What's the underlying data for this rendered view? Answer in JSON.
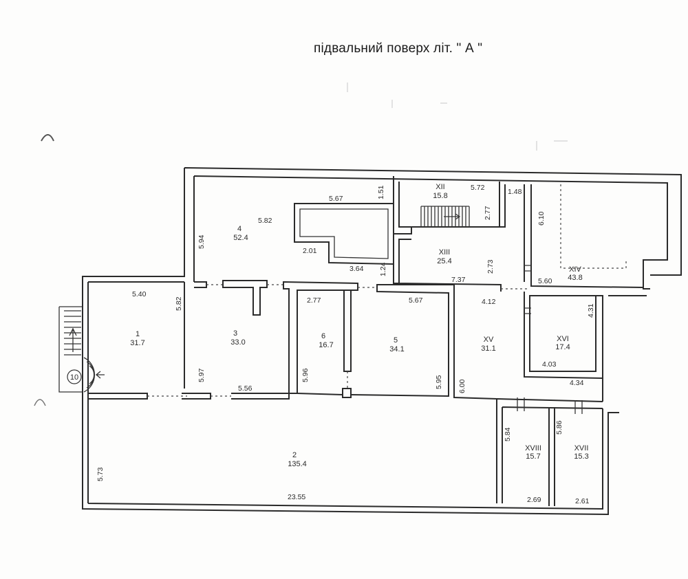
{
  "title": "підвальний поверх літ.  \" А \"",
  "rooms": [
    {
      "id": "1",
      "area": "31.7"
    },
    {
      "id": "2",
      "area": "135.4"
    },
    {
      "id": "3",
      "area": "33.0"
    },
    {
      "id": "4",
      "area": "52.4"
    },
    {
      "id": "5",
      "area": "34.1"
    },
    {
      "id": "6",
      "area": "16.7"
    },
    {
      "id": "XII",
      "area": "15.8"
    },
    {
      "id": "XIII",
      "area": "25.4"
    },
    {
      "id": "XIV",
      "area": "43.8"
    },
    {
      "id": "XV",
      "area": "31.1"
    },
    {
      "id": "XVI",
      "area": "17.4"
    },
    {
      "id": "XVII",
      "area": "15.3"
    },
    {
      "id": "XVIII",
      "area": "15.7"
    }
  ],
  "stair_label": "10",
  "dimensions": {
    "r1_top": "5.40",
    "r1_side": "5.82",
    "r4_a": "5.82",
    "r4_b": "5.67",
    "r4_c": "1.51",
    "r4_d": "5.94",
    "r4_e": "2.01",
    "r4_f": "3.64",
    "r4_g": "1.24",
    "r3_side": "5.97",
    "r3_bottom": "5.56",
    "r6_top": "2.77",
    "r6_side": "5.96",
    "r5_top": "5.67",
    "r5_side": "5.95",
    "r12_a": "5.72",
    "r12_b": "2.77",
    "r12_c": "1.48",
    "r13_a": "2.73",
    "r13_b": "7.37",
    "r14_a": "6.10",
    "r14_b": "5.60",
    "r15_a": "4.12",
    "r15_b": "6.00",
    "r16_a": "4.31",
    "r16_b": "4.03",
    "r16_c": "4.34",
    "r2_side": "5.73",
    "r2_bottom": "23.55",
    "r18_a": "5.84",
    "r18_b": "2.69",
    "r17_a": "5.86",
    "r17_b": "2.61"
  }
}
